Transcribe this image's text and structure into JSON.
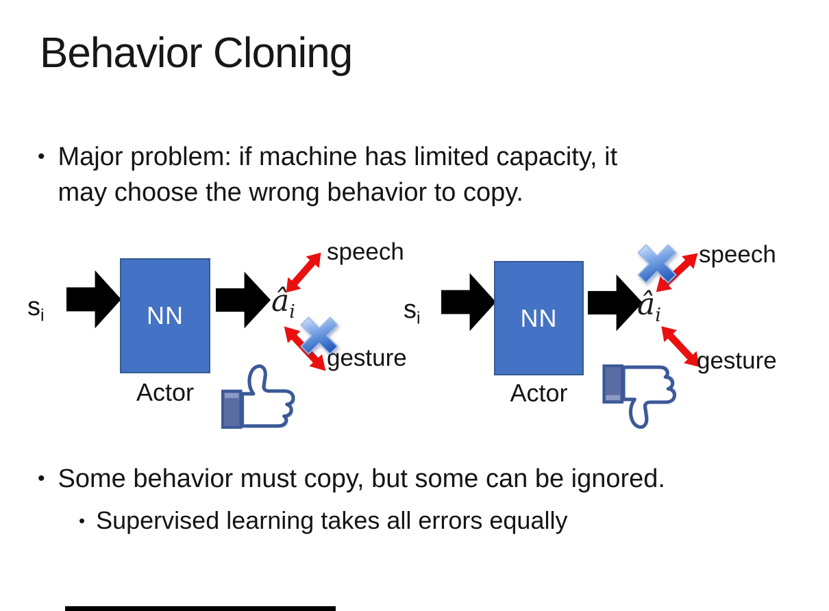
{
  "slide": {
    "title": "Behavior Cloning",
    "bullet_char": "•",
    "bullets": {
      "b1_line1": "Major problem: if machine has limited capacity, it",
      "b1_line2": "may choose the wrong behavior to copy.",
      "b2": "Some behavior must copy, but some can be ignored.",
      "b2_sub": "Supervised learning takes all errors equally"
    }
  },
  "diagrams": {
    "left": {
      "state_base": "s",
      "state_sub": "i",
      "nn": "NN",
      "action_base": "â",
      "action_sub": "i",
      "actor": "Actor",
      "speech": "speech",
      "gesture": "gesture",
      "crossed_action": "gesture",
      "feedback_icon": "thumbs-up-icon"
    },
    "right": {
      "state_base": "s",
      "state_sub": "i",
      "nn": "NN",
      "action_base": "â",
      "action_sub": "i",
      "actor": "Actor",
      "speech": "speech",
      "gesture": "gesture",
      "crossed_action": "speech",
      "feedback_icon": "thumbs-down-icon"
    }
  },
  "colors": {
    "background": "#FFFFFF",
    "text": "#141414",
    "nn_fill": "#4472C4",
    "nn_border": "#355B92",
    "nn_text": "#FFFFFF",
    "block_arrow": "#000000",
    "double_arrow_red": "#EB1010",
    "cross_light": "#D9E7F8",
    "cross_mid": "#7CA7E6",
    "cross_dark": "#2B62BE",
    "thumb_outline": "#3B5998",
    "thumb_cuff": "#5C6DA4",
    "thumb_shadow": "#D9DEE8"
  }
}
